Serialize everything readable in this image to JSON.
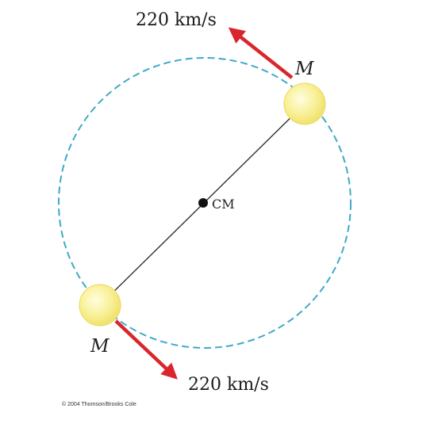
{
  "diagram": {
    "top_velocity_label": "220 km/s",
    "bottom_velocity_label": "220 km/s",
    "top_star_label": "M",
    "bottom_star_label": "M",
    "center_label": "CM",
    "copyright": "© 2004 Thomson/Brooks Cole"
  },
  "colors": {
    "orbit": "#3fa9c9",
    "arrow": "#d9262c",
    "star_fill": "#f7ef86",
    "star_edge": "#ecd95a",
    "line": "#333333"
  }
}
